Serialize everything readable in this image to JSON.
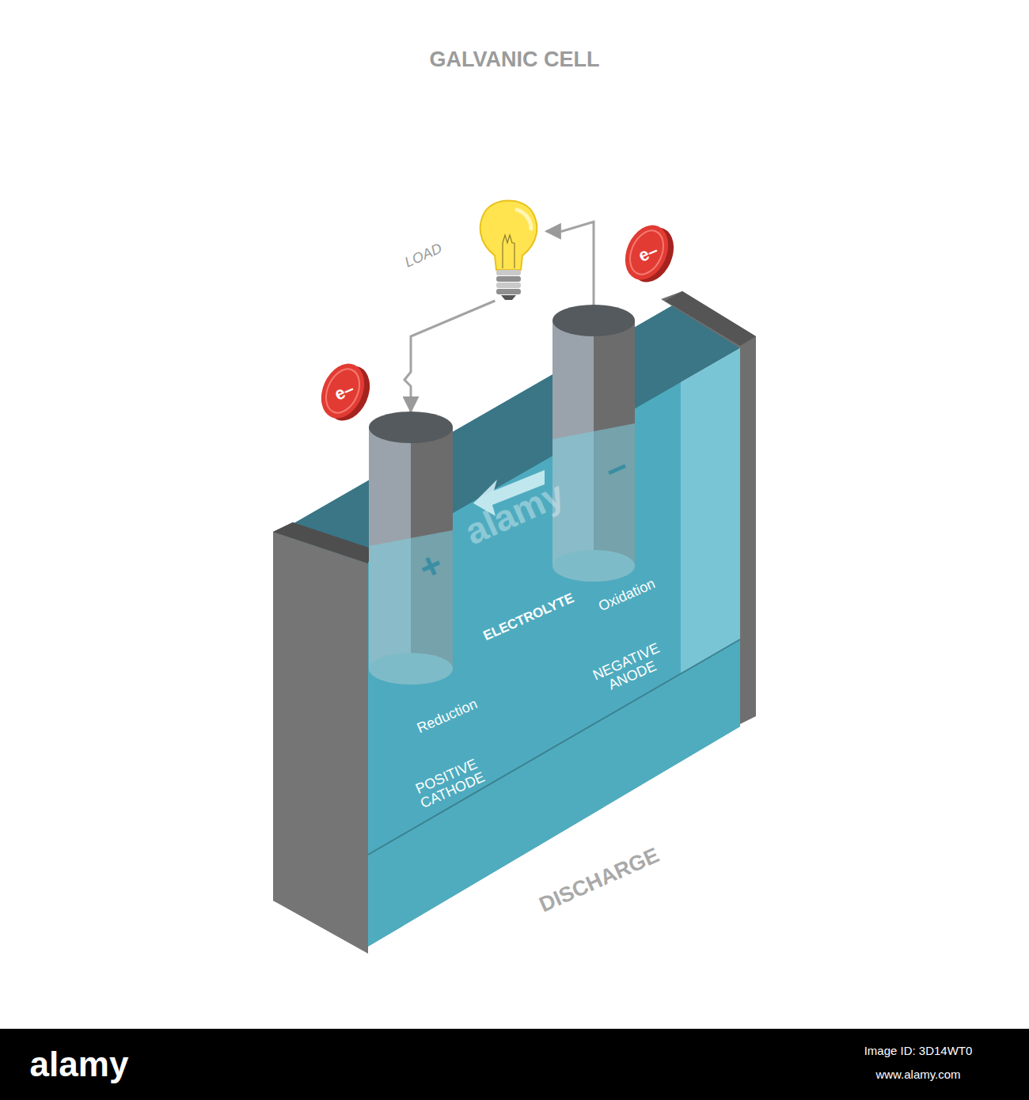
{
  "diagram": {
    "title": "GALVANIC CELL",
    "nodes": [
      {
        "text": [
          "LOAD"
        ]
      },
      {
        "text": [
          "e–"
        ]
      },
      {
        "text": [
          "e–"
        ]
      },
      {
        "text": [
          "ELECTROLYTE"
        ]
      },
      {
        "text": [
          "+"
        ],
        "in": 3
      },
      {
        "text": [
          "–"
        ],
        "in": 3
      }
    ],
    "edges": [
      {
        "from": 5,
        "to": 0,
        "arrow": "to"
      },
      {
        "from": 0,
        "to": 4,
        "arrow": "to"
      }
    ],
    "labels": [
      "Oxidation",
      "NEGATIVE ANODE",
      "Reduction",
      "POSITIVE CATHODE",
      "DISCHARGE",
      "alamy",
      "alamy",
      "Image ID: 3D14WT0",
      "www.alamy.com"
    ]
  }
}
